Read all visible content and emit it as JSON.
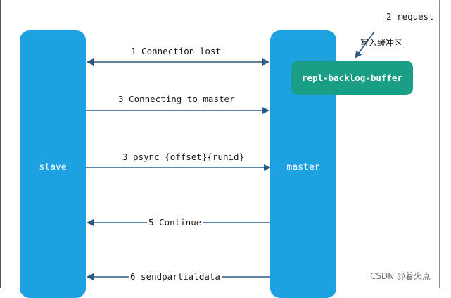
{
  "nodes": {
    "slave": "slave",
    "master": "master",
    "buffer": "repl-backlog-buffer"
  },
  "messages": {
    "m1": "1 Connection lost",
    "m2": "2 request",
    "m3a": "3 Connecting to master",
    "m3b": "3 psync {offset}{runid}",
    "m5": "5 Continue",
    "m6": "6 sendpartialdata"
  },
  "buffer_note": "写入缓冲区",
  "watermark": "CSDN @着火点",
  "colors": {
    "node_blue": "#1ea1e1",
    "buffer_green": "#1a9f86",
    "arrow": "#2a5a86"
  }
}
